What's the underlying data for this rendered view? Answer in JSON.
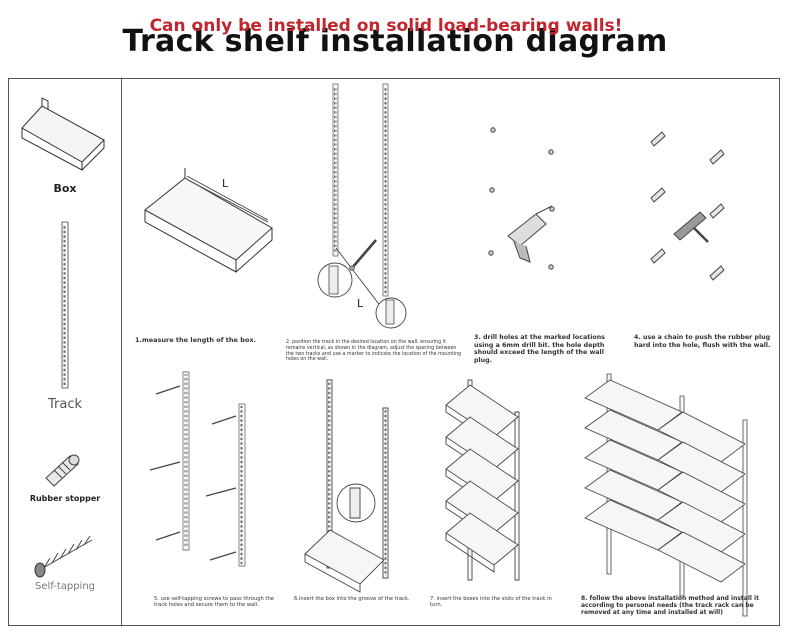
{
  "title": "Track shelf installation diagram",
  "warning": {
    "text": "Can only be installed on solid load-bearing walls!",
    "color": "#c0262d"
  },
  "parts": {
    "box": "Box",
    "track": "Track",
    "rubber_stopper": "Rubber stopper",
    "self_tapping": "Self-tapping"
  },
  "dimension_label": "L",
  "steps": [
    {
      "text": "1.measure the length of the box."
    },
    {
      "text": "2. position the track in the desired location on the wall, ensuring it remains vertical, as shown in the diagram, adjust the spacing between the two tracks and use a marker to indicate the location of the mounting holes on the wall."
    },
    {
      "text": "3. drill holes at the marked locations using a 6mm drill bit. the hole depth should exceed the length of the wall plug."
    },
    {
      "text": "4. use a chain to push the rubber plug hard into the hole, flush with the wall."
    },
    {
      "text": "5. use self-tapping screws to pass through the track holes and secure them to the wall."
    },
    {
      "text": "6.insert the box into the groove of the track."
    },
    {
      "text": "7. insert the boxes into the slots of the track in turn."
    },
    {
      "text": "8. follow the above installation method and install it according to personal needs (the track rack can be removed at any time and installed at will)"
    }
  ]
}
